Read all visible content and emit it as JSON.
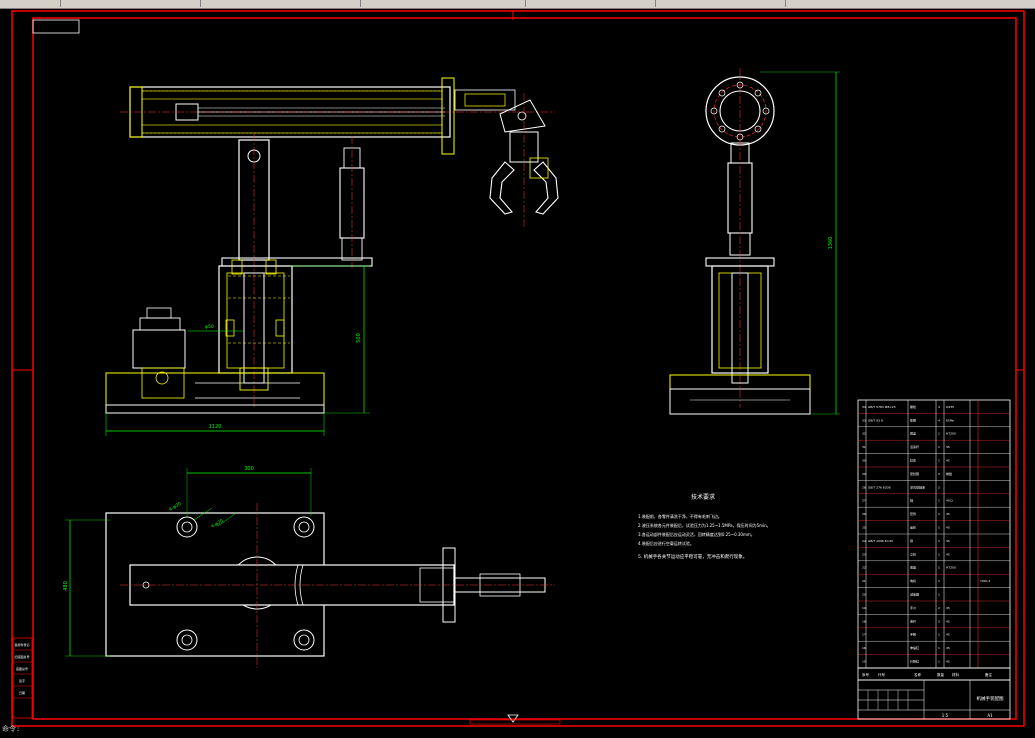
{
  "app": {
    "command_line_fragment": "命令:"
  },
  "drawing": {
    "main_view_dimension": "1120",
    "plan_view_top_dimension": "300",
    "plan_view_side_dimension": "480",
    "column_dimension_label": "φ50",
    "height_dimension_label": "500",
    "hole_label_1": "4-φ20",
    "hole_label_2": "4-φ20",
    "side_view_height_label": "1360"
  },
  "technical_requirements": {
    "title": "技术要求",
    "items": [
      "1.装配前，各零件清洗干净，不得有毛刺飞边。",
      "2.液压系统各元件装配后，试验压力为1.25~1.5MPa，保压时间为5min。",
      "3.各运动部件装配后应运动灵活，回转精度达到0.25~0.30mm。",
      "4.装配后应进行空载运转试验。",
      "5. 机械手各关节运动应平稳可靠，无冲击和爬行现象。"
    ]
  },
  "title_block": {
    "drawing_name": "机械手装配图",
    "scale": "1:5",
    "sheet_code": "A1",
    "header_labels": [
      "序号",
      "代号",
      "名称",
      "数量",
      "材料",
      "备注"
    ]
  },
  "parts_table": {
    "rows": [
      [
        "34",
        "GB/T 5783 M8×25",
        "螺栓",
        "4",
        "Q235",
        ""
      ],
      [
        "33",
        "GB/T 93 8",
        "垫圈",
        "4",
        "65Mn",
        ""
      ],
      [
        "32",
        "",
        "端盖",
        "1",
        "HT200",
        ""
      ],
      [
        "31",
        "",
        "活塞杆",
        "1",
        "45",
        ""
      ],
      [
        "30",
        "",
        "缸体",
        "1",
        "45",
        ""
      ],
      [
        "29",
        "",
        "密封圈",
        "2",
        "橡胶",
        ""
      ],
      [
        "28",
        "GB/T 276 6208",
        "深沟球轴承",
        "2",
        "",
        ""
      ],
      [
        "27",
        "",
        "轴",
        "1",
        "40Cr",
        ""
      ],
      [
        "26",
        "",
        "套筒",
        "1",
        "45",
        ""
      ],
      [
        "25",
        "",
        "齿轮",
        "1",
        "45",
        ""
      ],
      [
        "24",
        "GB/T 1096 8×30",
        "键",
        "1",
        "45",
        ""
      ],
      [
        "23",
        "",
        "立柱",
        "1",
        "45",
        ""
      ],
      [
        "22",
        "",
        "底座",
        "1",
        "HT200",
        ""
      ],
      [
        "21",
        "",
        "电机",
        "1",
        "",
        "Y90L-4"
      ],
      [
        "20",
        "",
        "减速器",
        "1",
        "",
        ""
      ],
      [
        "19",
        "",
        "手爪",
        "2",
        "45",
        ""
      ],
      [
        "18",
        "",
        "连杆",
        "2",
        "45",
        ""
      ],
      [
        "17",
        "",
        "手腕",
        "1",
        "45",
        ""
      ],
      [
        "16",
        "",
        "伸缩缸",
        "1",
        "45",
        ""
      ],
      [
        "15",
        "",
        "升降缸",
        "1",
        "45",
        ""
      ]
    ]
  },
  "left_margin_labels": [
    "借用件登记",
    "旧底图总号",
    "底图总号",
    "签字",
    "日期"
  ],
  "colors": {
    "frame": "#ff0000",
    "geometry": "#ffffff",
    "hidden": "#ffff00",
    "dimension": "#00ff00",
    "centerline": "#ff3030",
    "hatch": "#ffff00",
    "table_line": "#ffffff"
  }
}
